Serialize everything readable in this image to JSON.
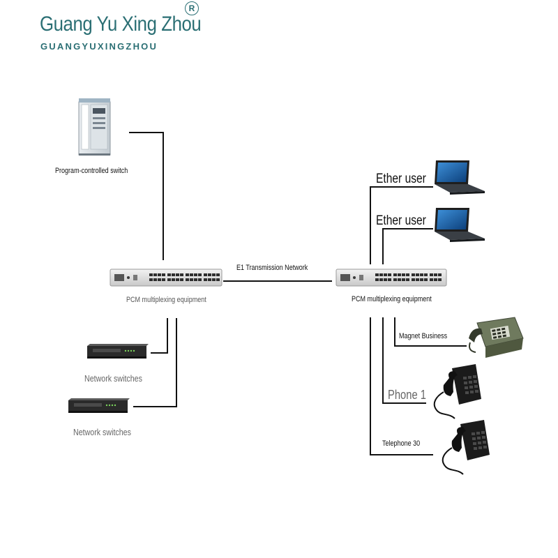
{
  "logo": {
    "name": "Guang Yu Xing Zhou",
    "tagline": "GUANGYUXINGZHOU",
    "registered_mark": "R"
  },
  "nodes": {
    "program_switch": {
      "label": "Program-controlled switch",
      "icon": "server-cabinet-icon"
    },
    "pcm_left": {
      "label": "PCM multiplexing equipment",
      "icon": "rack-mux-icon"
    },
    "pcm_right": {
      "label": "PCM multiplexing equipment",
      "icon": "rack-mux-icon"
    },
    "network_switch_1": {
      "label": "Network switches",
      "icon": "network-switch-icon"
    },
    "network_switch_2": {
      "label": "Network switches",
      "icon": "network-switch-icon"
    },
    "ether_user_1": {
      "label": "Ether user",
      "icon": "laptop-icon"
    },
    "ether_user_2": {
      "label": "Ether user",
      "icon": "laptop-icon"
    },
    "magnet_business": {
      "label": "Magnet Business",
      "icon": "field-telephone-icon"
    },
    "phone_1": {
      "label": "Phone 1",
      "icon": "desk-phone-icon"
    },
    "telephone_30": {
      "label": "Telephone 30",
      "icon": "desk-phone-icon"
    }
  },
  "links": {
    "e1": {
      "label": "E1 Transmission Network"
    }
  },
  "colors": {
    "brand": "#2b6f74",
    "line": "#111111",
    "label_grey": "#666666"
  }
}
